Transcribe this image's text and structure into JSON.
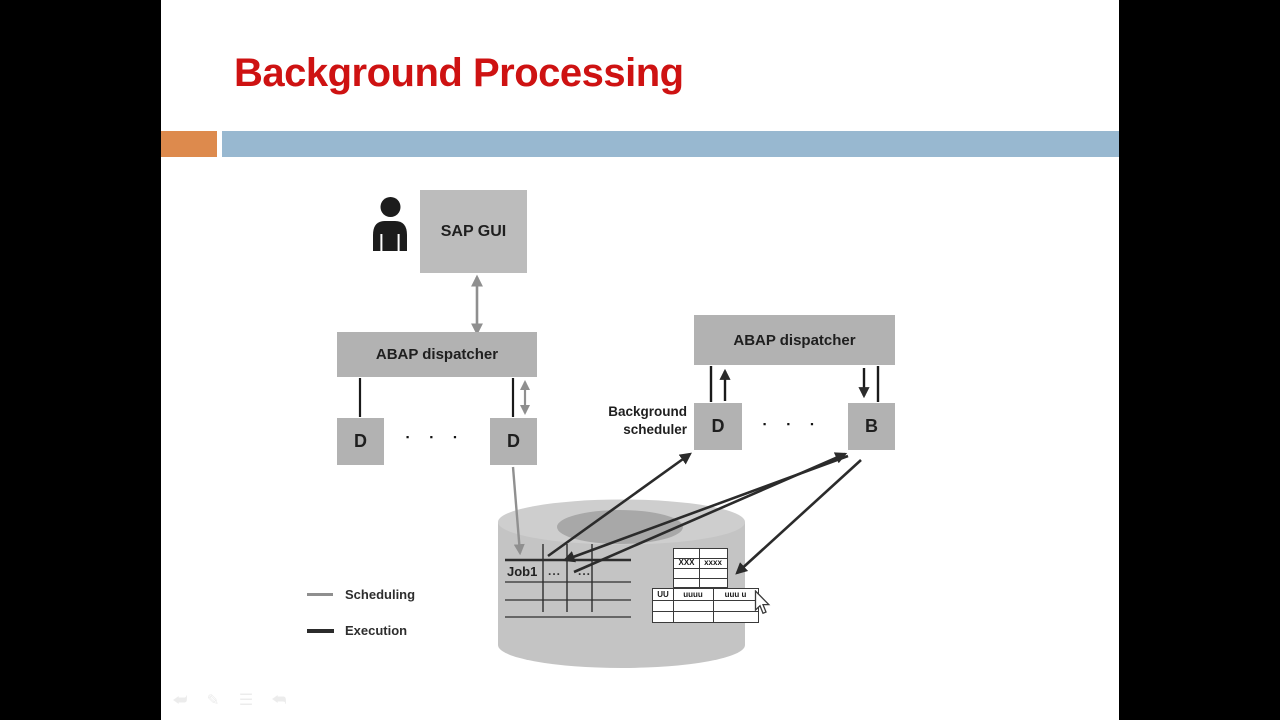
{
  "colors": {
    "title_red": "#ce1212",
    "accent_orange": "#dd8a4d",
    "accent_blue": "#98b8d0",
    "box_gray": "#bcbcbc",
    "box_gray_dark": "#b2b2b2",
    "scheduling_gray": "#8f8f8f",
    "execution_dark": "#2b2b2b",
    "cylinder_top": "#cecece",
    "cylinder_body": "#c4c4c4",
    "cylinder_hole": "#a8a8a8"
  },
  "header": {
    "title": "Background Processing"
  },
  "nodes": {
    "sap_gui": {
      "label": "SAP GUI"
    },
    "dispatcher_left": {
      "label": "ABAP dispatcher"
    },
    "dispatcher_right": {
      "label": "ABAP dispatcher"
    },
    "wp_left_1": {
      "label": "D"
    },
    "wp_left_2": {
      "label": "D"
    },
    "wp_right_d": {
      "label": "D"
    },
    "wp_right_b": {
      "label": "B"
    },
    "dots_left": "▪ ▪ ▪",
    "dots_right": "▪ ▪ ▪",
    "scheduler_label": "Background scheduler"
  },
  "database": {
    "job_table": {
      "job_label": "Job1",
      "cells": [
        "...",
        "..."
      ]
    },
    "spool_table_top": {
      "cells": [
        "XXX",
        "xxxx"
      ]
    },
    "spool_table_bottom": {
      "cells": [
        "UU",
        "uuuu",
        "uuu u"
      ]
    }
  },
  "legend": {
    "items": [
      {
        "label": "Scheduling",
        "style": "gray"
      },
      {
        "label": "Execution",
        "style": "dark"
      }
    ]
  },
  "controls": {
    "prev": "previous slide",
    "pen": "pen tool",
    "menu": "slide menu",
    "next": "next slide"
  }
}
